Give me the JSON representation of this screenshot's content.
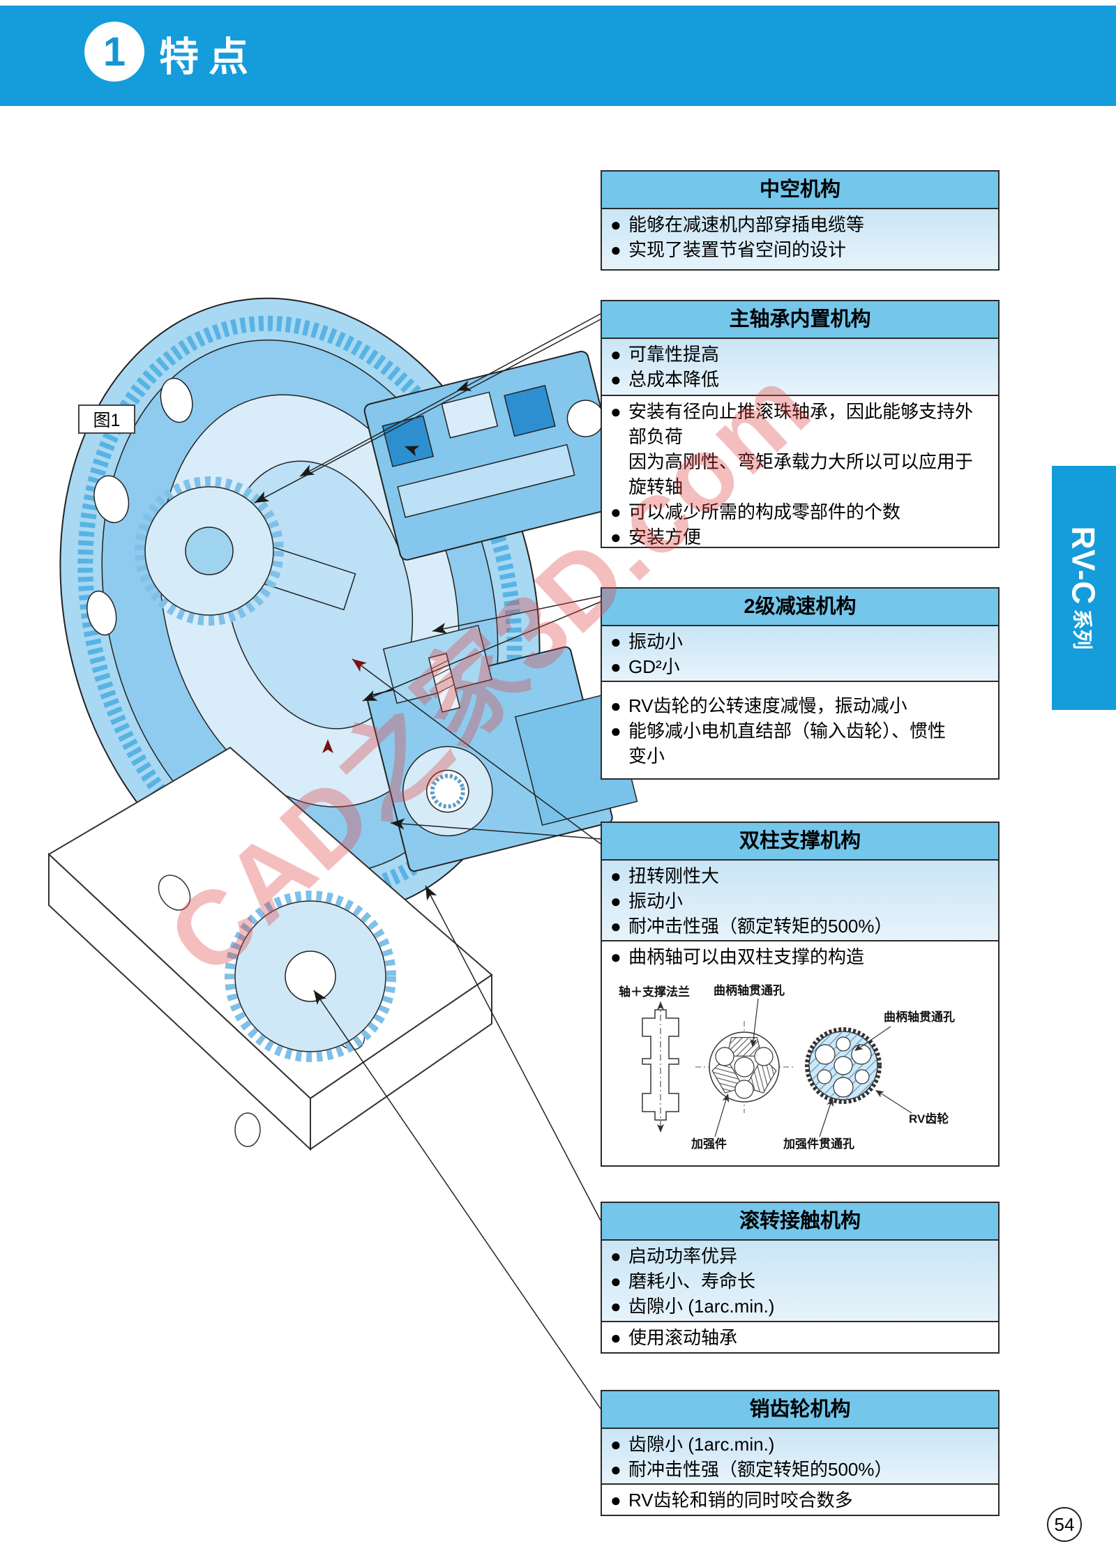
{
  "page": {
    "number_badge": "1",
    "title": "特点",
    "figure_label": "图1",
    "page_number": "54",
    "watermark": "CAD之家3D.com"
  },
  "side_tab": {
    "series": "RV-C",
    "suffix": "系列"
  },
  "colors": {
    "banner_blue": "#149cdb",
    "box_header_blue": "#74c6eb",
    "box_body_blue": "#d9ecf8",
    "diagram_blue": "#8fcbee",
    "watermark_red": "#de4040",
    "arrow_black": "#1a1a1a",
    "arrow_dark_red": "#7a1010"
  },
  "boxes": [
    {
      "title": "中空机构",
      "sections": [
        {
          "style": "highlight",
          "items": [
            {
              "lines": [
                "能够在减速机内部穿插电缆等"
              ]
            },
            {
              "lines": [
                "实现了装置节省空间的设计"
              ]
            }
          ]
        }
      ]
    },
    {
      "title": "主轴承内置机构",
      "sections": [
        {
          "style": "highlight",
          "items": [
            {
              "lines": [
                "可靠性提高"
              ]
            },
            {
              "lines": [
                "总成本降低"
              ]
            }
          ]
        },
        {
          "style": "plain",
          "items": [
            {
              "lines": [
                "安装有径向止推滚珠轴承，因此能够支持外",
                "部负荷",
                "因为高刚性、弯矩承载力大所以可以应用于",
                "旋转轴"
              ]
            },
            {
              "lines": [
                "可以减少所需的构成零部件的个数"
              ]
            },
            {
              "lines": [
                "安装方便"
              ]
            }
          ]
        }
      ]
    },
    {
      "title": "2级减速机构",
      "sections": [
        {
          "style": "highlight",
          "items": [
            {
              "lines": [
                "振动小"
              ]
            },
            {
              "lines": [
                "GD²小"
              ]
            }
          ]
        },
        {
          "style": "plain",
          "items": [
            {
              "lines": [
                "RV齿轮的公转速度减慢，振动减小"
              ]
            },
            {
              "lines": [
                "能够减小电机直结部（输入齿轮）、惯性",
                "变小"
              ]
            }
          ]
        }
      ]
    },
    {
      "title": "双柱支撑机构",
      "sections": [
        {
          "style": "highlight",
          "items": [
            {
              "lines": [
                "扭转刚性大"
              ]
            },
            {
              "lines": [
                "振动小"
              ]
            },
            {
              "lines": [
                "耐冲击性强（额定转矩的500%）"
              ]
            }
          ]
        },
        {
          "style": "plain",
          "items": [
            {
              "lines": [
                "曲柄轴可以由双柱支撑的构造"
              ]
            }
          ]
        }
      ]
    },
    {
      "title": "滚转接触机构",
      "sections": [
        {
          "style": "highlight",
          "items": [
            {
              "lines": [
                "启动功率优异"
              ]
            },
            {
              "lines": [
                "磨耗小、寿命长"
              ]
            },
            {
              "lines": [
                "齿隙小 (1arc.min.)"
              ]
            }
          ]
        },
        {
          "style": "plain",
          "items": [
            {
              "lines": [
                "使用滚动轴承"
              ]
            }
          ]
        }
      ]
    },
    {
      "title": "销齿轮机构",
      "sections": [
        {
          "style": "highlight",
          "items": [
            {
              "lines": [
                "齿隙小 (1arc.min.)"
              ]
            },
            {
              "lines": [
                "耐冲击性强（额定转矩的500%）"
              ]
            }
          ]
        },
        {
          "style": "plain",
          "items": [
            {
              "lines": [
                "RV齿轮和销的同时咬合数多"
              ]
            }
          ]
        }
      ]
    }
  ],
  "crank_diagram": {
    "labels": {
      "shaft_flange": "轴＋支撑法兰",
      "crank_hole_mid": "曲柄轴贯通孔",
      "crank_hole_right": "曲柄轴贯通孔",
      "rv_gear": "RV齿轮",
      "reinforcement": "加强件",
      "reinforcement_hole": "加强件贯通孔"
    }
  }
}
